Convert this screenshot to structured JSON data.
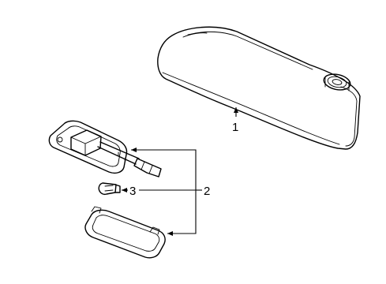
{
  "diagram": {
    "parts": [
      {
        "callout": "1",
        "icon": "sun-visor"
      },
      {
        "callout": "2",
        "icon": "vanity-lamp-assembly"
      },
      {
        "callout": "3",
        "icon": "lamp-bulb"
      }
    ],
    "colors": {
      "line": "#000000",
      "background": "#ffffff"
    }
  }
}
